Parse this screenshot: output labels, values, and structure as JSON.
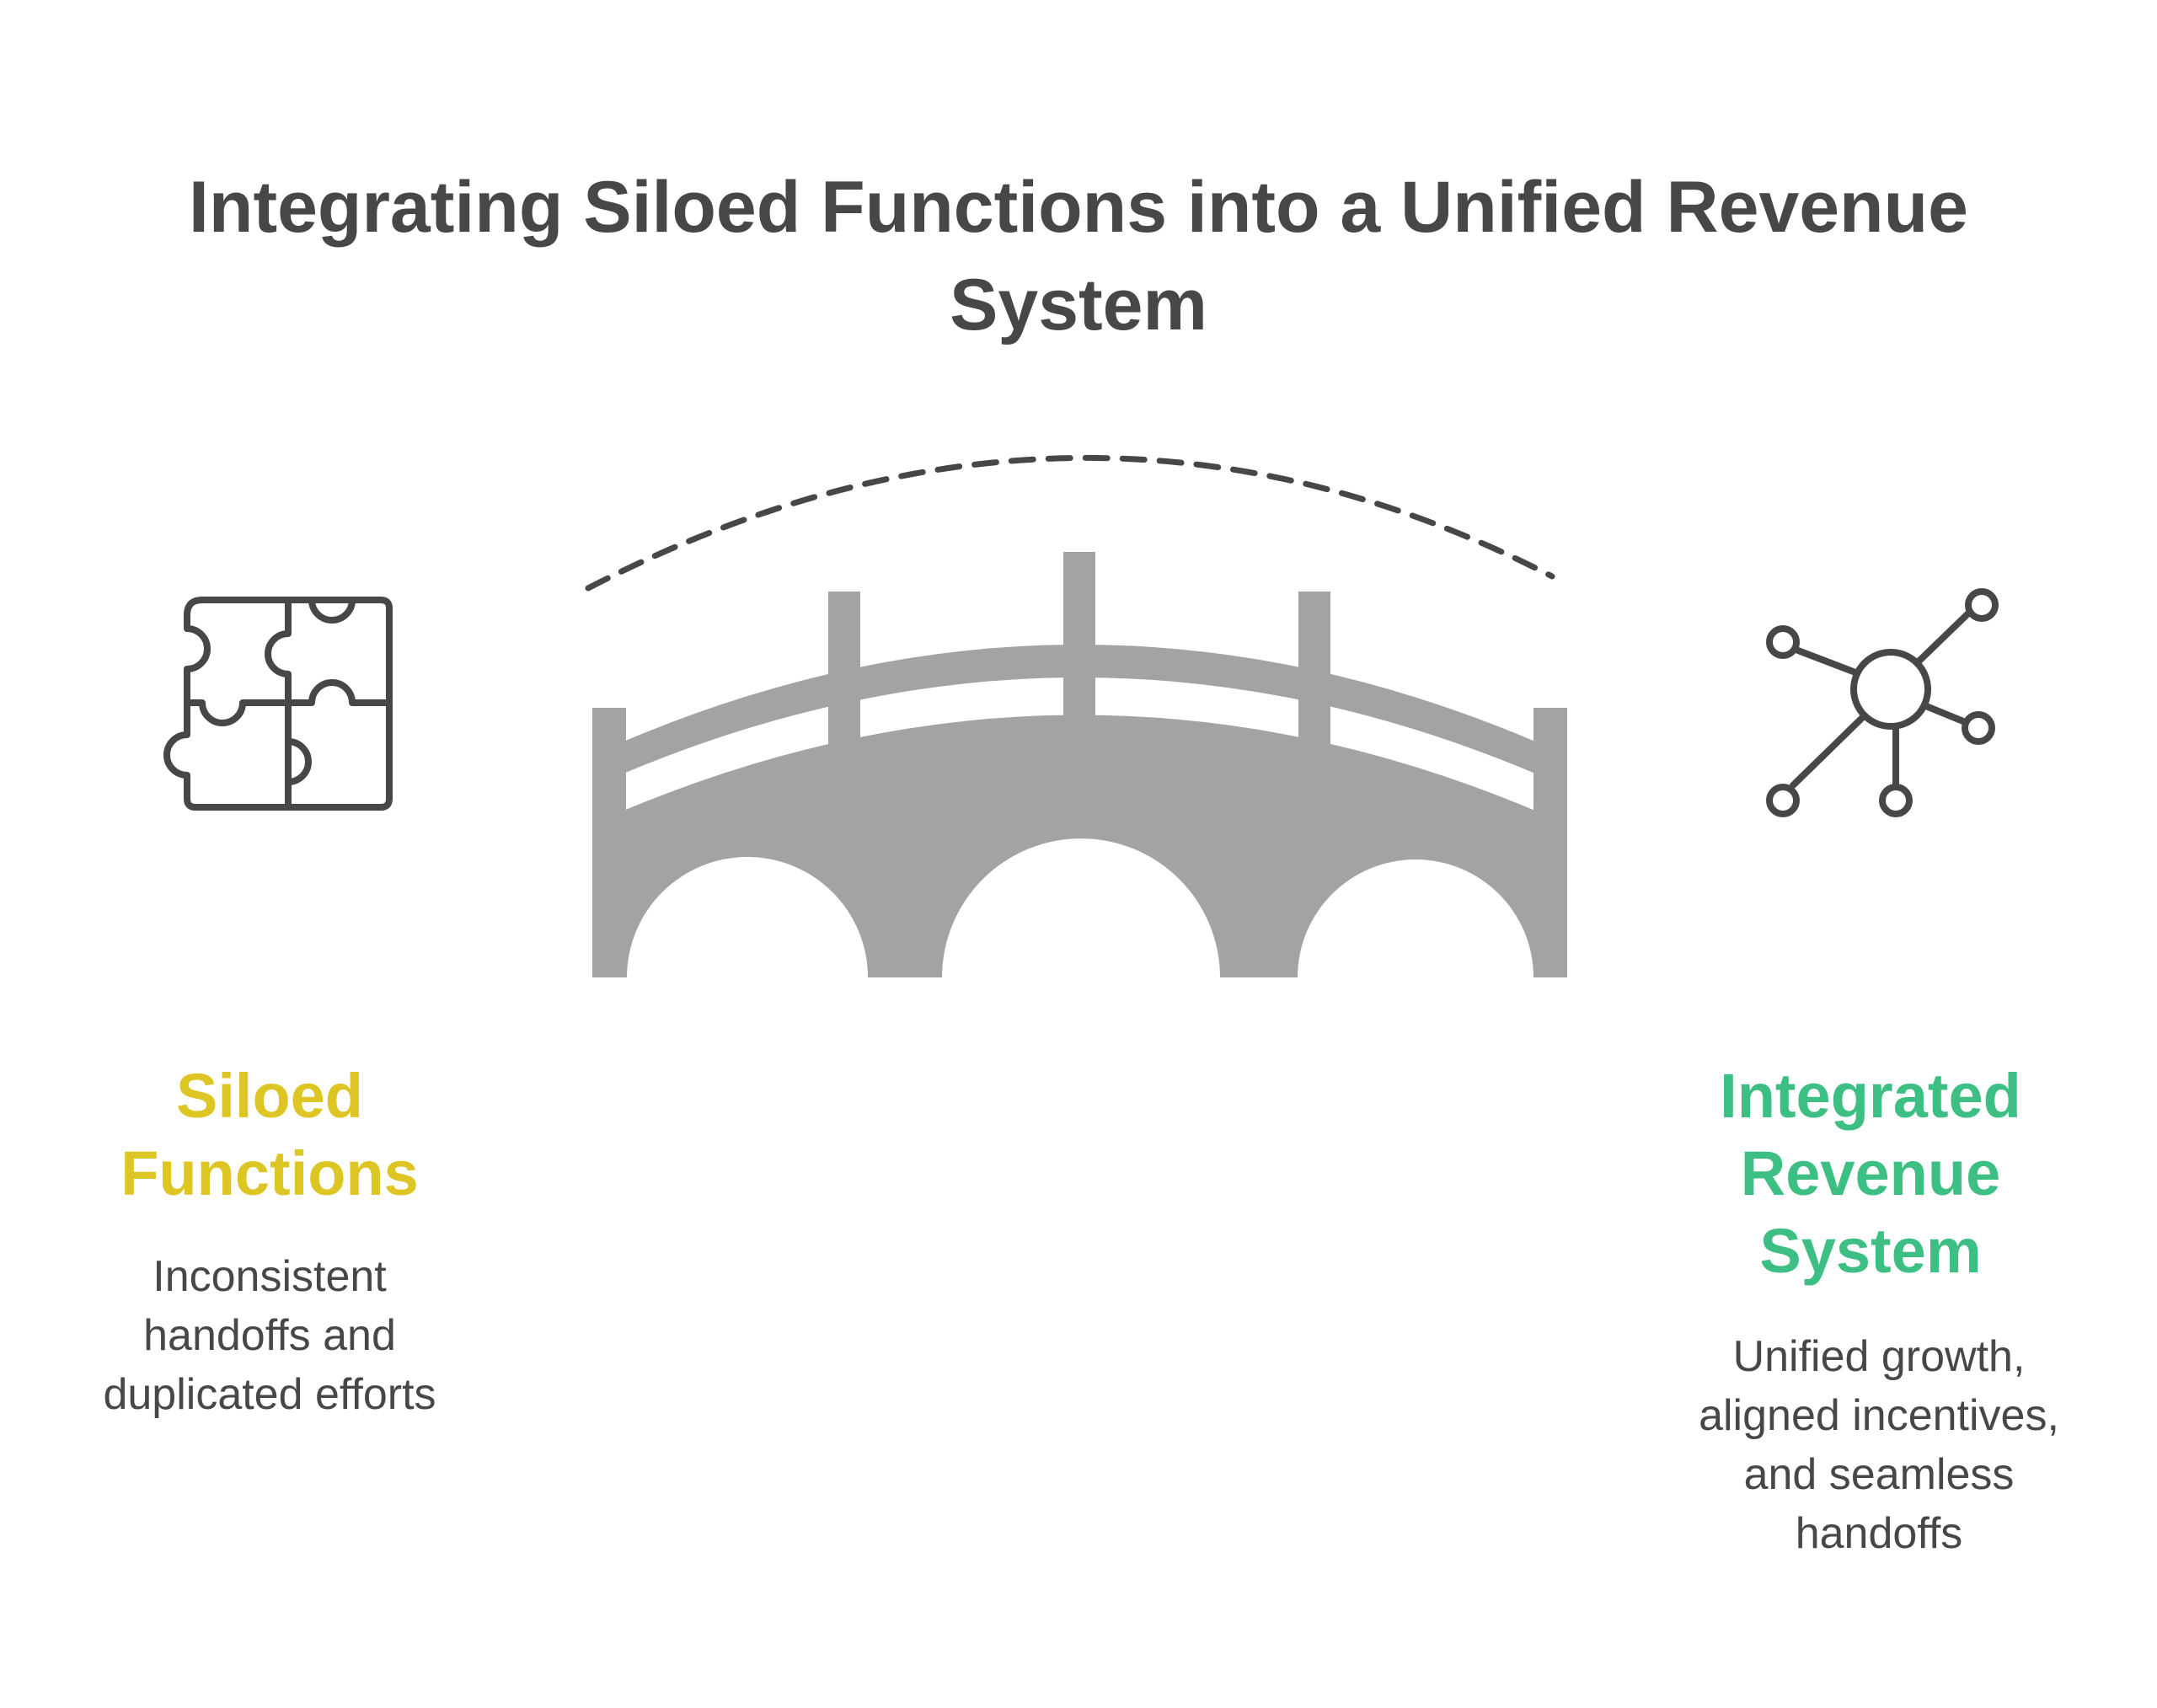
{
  "title": "Integrating Siloed Functions into a Unified Revenue System",
  "left": {
    "heading_line1": "Siloed",
    "heading_line2": "Functions",
    "desc_line1": "Inconsistent",
    "desc_line2": "handoffs and",
    "desc_line3": "duplicated efforts",
    "icon": "puzzle-icon",
    "color": "#DDC624"
  },
  "right": {
    "heading_line1": "Integrated",
    "heading_line2": "Revenue",
    "heading_line3": "System",
    "desc_line1": "Unified growth,",
    "desc_line2": "aligned incentives,",
    "desc_line3": "and seamless",
    "desc_line4": "handoffs",
    "icon": "network-hub-icon",
    "color": "#3DBE82"
  },
  "center": {
    "icon": "bridge-icon",
    "bridge_color": "#A3A3A3",
    "arc_style": "dashed"
  },
  "colors": {
    "text": "#474747",
    "icon_stroke": "#474747"
  }
}
